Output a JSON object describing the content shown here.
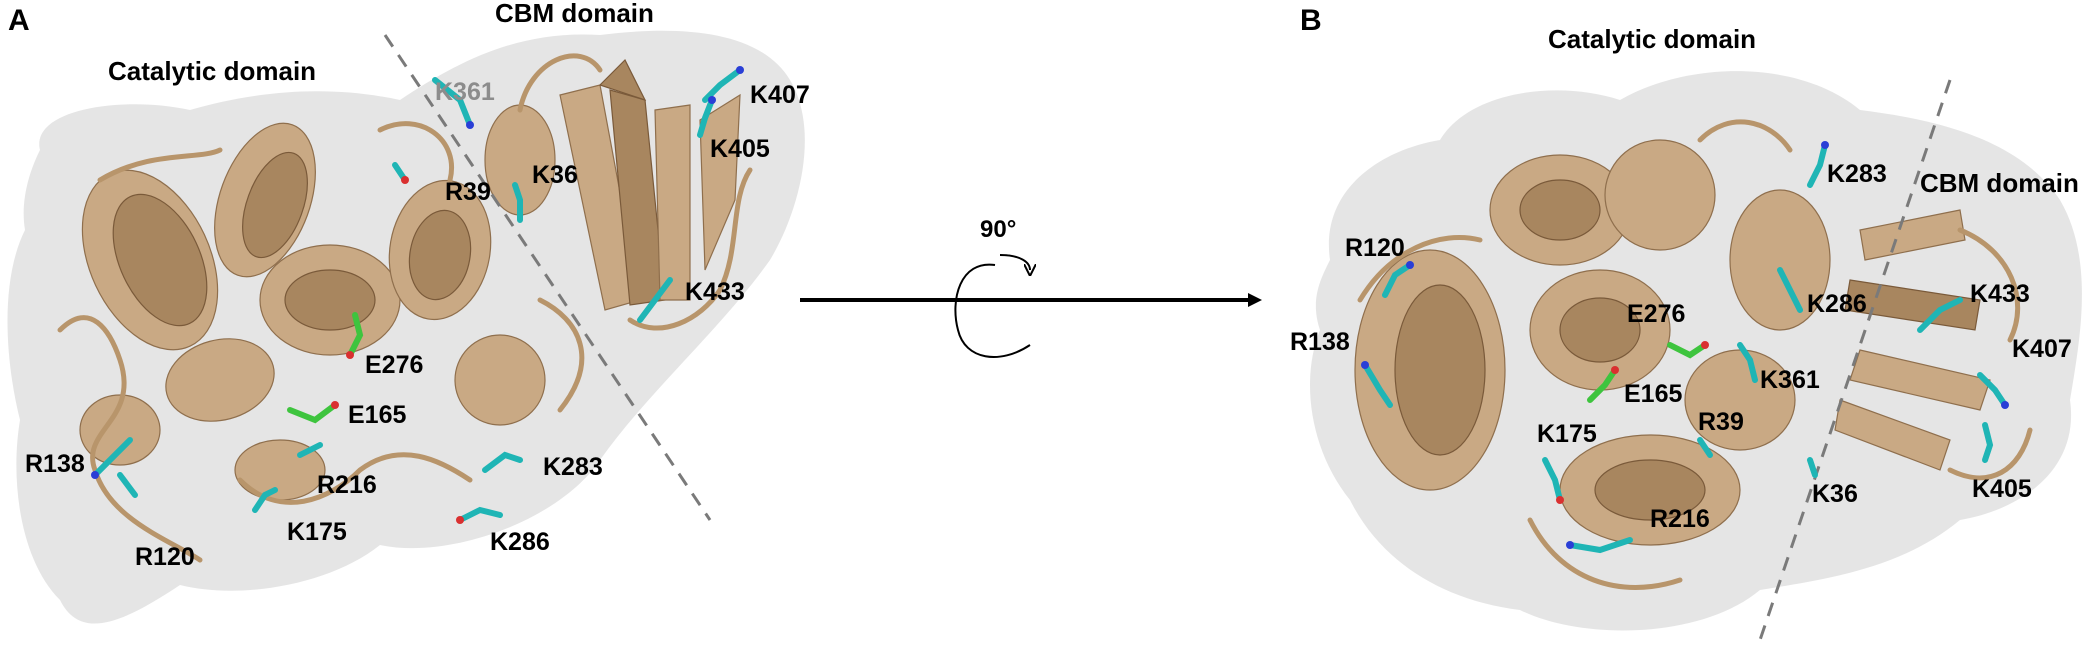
{
  "panels": [
    {
      "letter": "A",
      "domains": {
        "catalytic": "Catalytic domain",
        "cbm": "CBM domain"
      },
      "residues": {
        "k361": "K361",
        "k407": "K407",
        "k405": "K405",
        "k36": "K36",
        "r39": "R39",
        "k433": "K433",
        "e276": "E276",
        "e165": "E165",
        "r138": "R138",
        "r216": "R216",
        "k283": "K283",
        "k175": "K175",
        "k286": "K286",
        "r120": "R120"
      }
    },
    {
      "letter": "B",
      "domains": {
        "catalytic": "Catalytic domain",
        "cbm": "CBM domain"
      },
      "residues": {
        "k283": "K283",
        "r120": "R120",
        "k433": "K433",
        "e276": "E276",
        "k286": "K286",
        "r138": "R138",
        "k407": "K407",
        "e165": "E165",
        "k361": "K361",
        "k175": "K175",
        "r39": "R39",
        "k405": "K405",
        "k36": "K36",
        "r216": "R216"
      }
    }
  ],
  "rotation": {
    "angle": "90°"
  },
  "colors": {
    "ribbon": "#c9a984",
    "surface": "#dcdcdc",
    "lysine_arginine_sticks": "#1fb5b5",
    "glutamate_sticks": "#3ec43e",
    "nitrogen": "#2a3fd6",
    "oxygen": "#d93030"
  }
}
